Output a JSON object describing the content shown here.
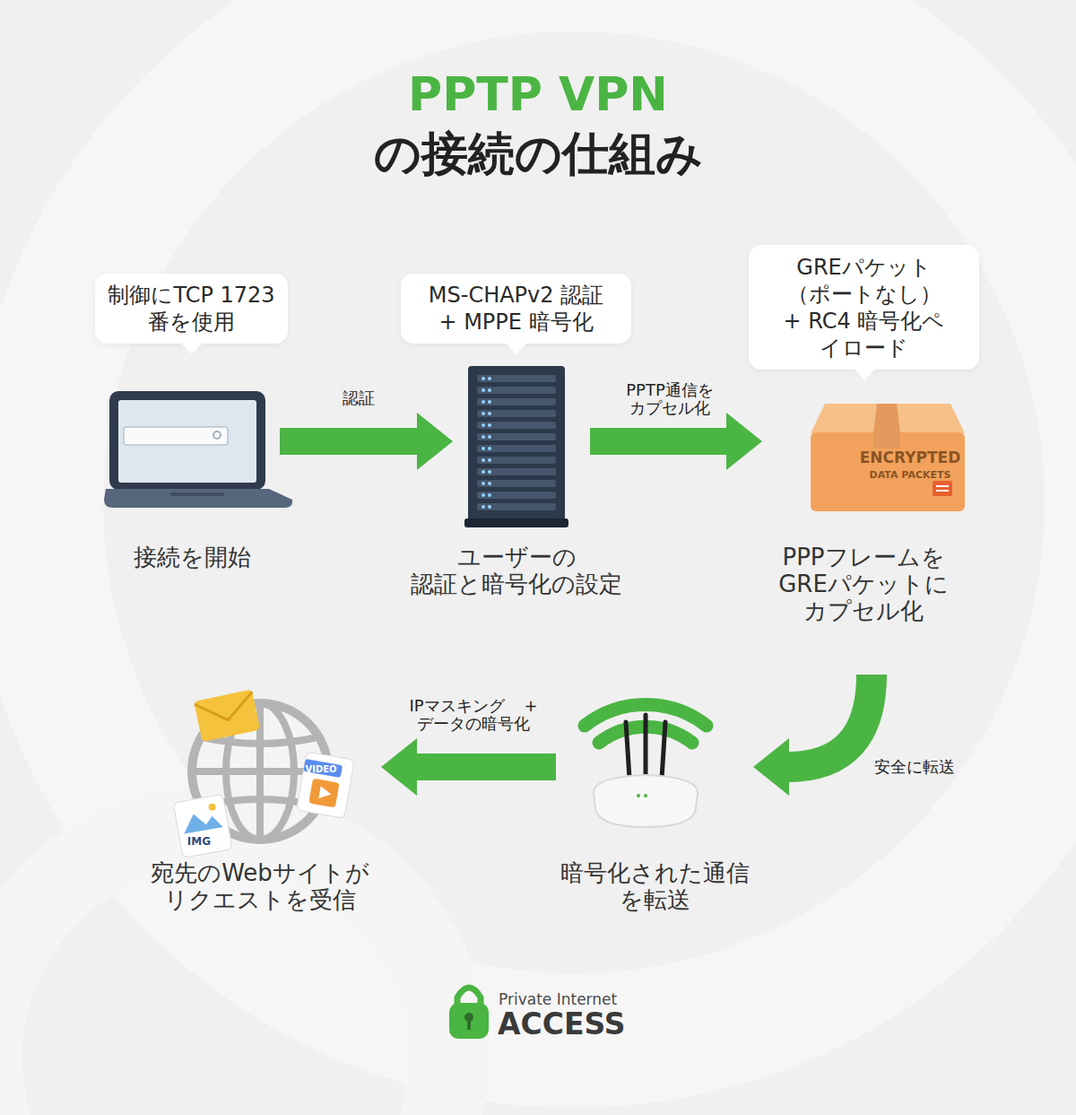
{
  "diagram": {
    "title": "PPTP VPN の接続の仕組み",
    "nodes": [
      {
        "text": [
          "制御にTCP 1723 番を使用"
        ]
      },
      {
        "text": [
          "MS-CHAPv2 認証 + MPPE 暗号化"
        ]
      },
      {
        "text": [
          "GREパケット （ポートなし） + RC4 暗号化ペイロード"
        ]
      },
      {
        "text": [
          "接続を開始"
        ]
      },
      {
        "text": [
          "ユーザーの 認証と暗号化の設定"
        ]
      },
      {
        "text": [
          "PPPフレームを GREパケットに カプセル化"
        ]
      },
      {
        "text": [
          "宛先のWebサイトが リクエストを受信"
        ]
      },
      {
        "text": [
          "暗号化された通信 を転送"
        ]
      }
    ],
    "edges": [
      {
        "from": 3,
        "to": 4,
        "arrow": "to",
        "label": "認証"
      },
      {
        "from": 4,
        "to": 5,
        "arrow": "to",
        "label": "PPTP通信を カプセル化"
      },
      {
        "from": 5,
        "to": 7,
        "arrow": "to",
        "label": "安全に転送"
      },
      {
        "from": 7,
        "to": 6,
        "arrow": "to",
        "label": "IPマスキング + データの暗号化"
      }
    ],
    "labels": [
      "ENCRYPTED",
      "DATA PACKETS",
      "VIDEO",
      "IMG",
      "Private Internet",
      "ACCESS"
    ]
  }
}
